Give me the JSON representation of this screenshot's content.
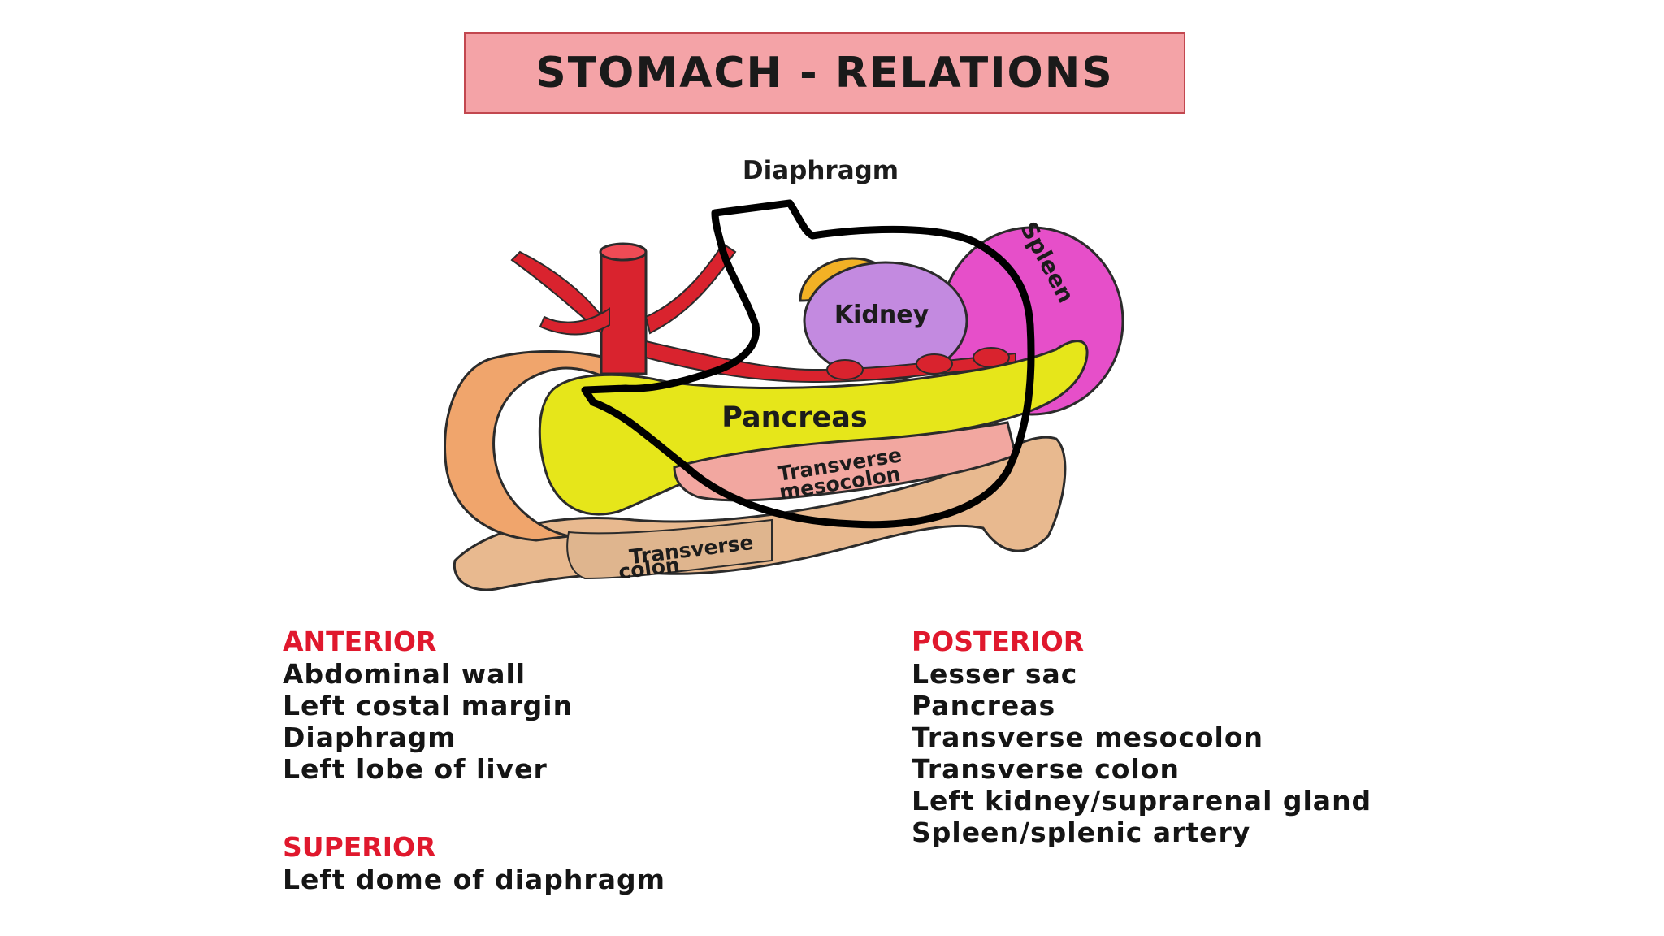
{
  "title": "STOMACH - RELATIONS",
  "diagram": {
    "labels": {
      "diaphragm": "Diaphragm",
      "kidney": "Kidney",
      "spleen": "Spleen",
      "pancreas": "Pancreas",
      "transverse_mesocolon_1": "Transverse",
      "transverse_mesocolon_2": "mesocolon",
      "transverse_colon_1": "Transverse",
      "transverse_colon_2": "colon"
    }
  },
  "sections": {
    "anterior": {
      "heading": "ANTERIOR",
      "items": [
        "Abdominal wall",
        "Left costal margin",
        "Diaphragm",
        "Left lobe of liver"
      ]
    },
    "superior": {
      "heading": "SUPERIOR",
      "items": [
        "Left dome of diaphragm"
      ]
    },
    "posterior": {
      "heading": "POSTERIOR",
      "items": [
        "Lesser sac",
        "Pancreas",
        "Transverse mesocolon",
        "Transverse colon",
        "Left kidney/suprarenal gland",
        "Spleen/splenic artery"
      ]
    }
  },
  "colors": {
    "heading": "#e0182d",
    "title_bg": "#f4a3a7",
    "pancreas": "#e6e61a",
    "kidney": "#c38ae0",
    "spleen": "#e64fc9",
    "artery": "#d9232e",
    "colon": "#e8b98f",
    "mesocolon": "#f2a7a0"
  }
}
